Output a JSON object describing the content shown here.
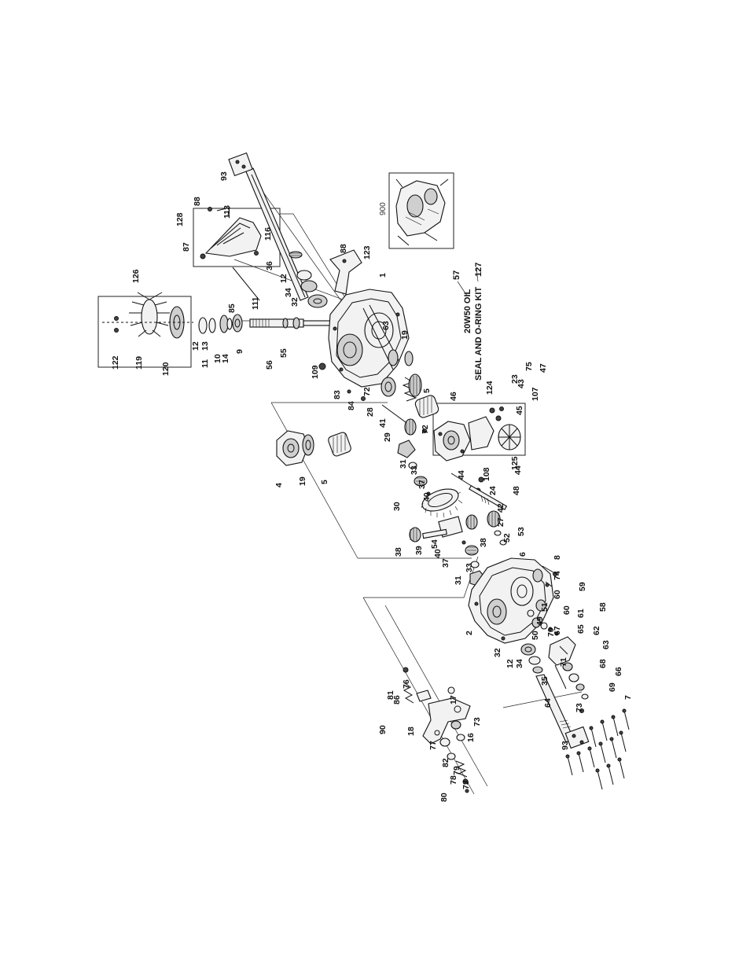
{
  "diagram": {
    "labels": [
      "126",
      "122",
      "119",
      "120",
      "12",
      "13",
      "11",
      "10",
      "14",
      "9",
      "85",
      "111",
      "56",
      "55",
      "128",
      "87",
      "88",
      "113",
      "116",
      "36",
      "12",
      "34",
      "32",
      "93",
      "88",
      "123",
      "1",
      "109",
      "83",
      "84",
      "63",
      "19",
      "72",
      "28",
      "41",
      "29",
      "5",
      "46",
      "124",
      "23",
      "75",
      "43",
      "47",
      "107",
      "45",
      "125",
      "72",
      "31",
      "33",
      "37",
      "40",
      "44",
      "108",
      "24",
      "44",
      "48",
      "42",
      "27",
      "53",
      "52",
      "6",
      "4",
      "19",
      "5",
      "30",
      "38",
      "39",
      "54",
      "40",
      "37",
      "38",
      "31",
      "33",
      "8",
      "74",
      "2",
      "59",
      "60",
      "51",
      "49",
      "50",
      "60",
      "67",
      "61",
      "58",
      "70",
      "65",
      "62",
      "63",
      "71",
      "68",
      "66",
      "69",
      "7",
      "32",
      "12",
      "34",
      "35",
      "64",
      "73",
      "93",
      "76",
      "81",
      "86",
      "17",
      "90",
      "18",
      "73",
      "16",
      "77",
      "82",
      "79",
      "78",
      "73",
      "80",
      "900"
    ],
    "notes": [
      "57",
      "20W50 OIL",
      "SEAL AND O-RING KIT",
      "127"
    ]
  }
}
